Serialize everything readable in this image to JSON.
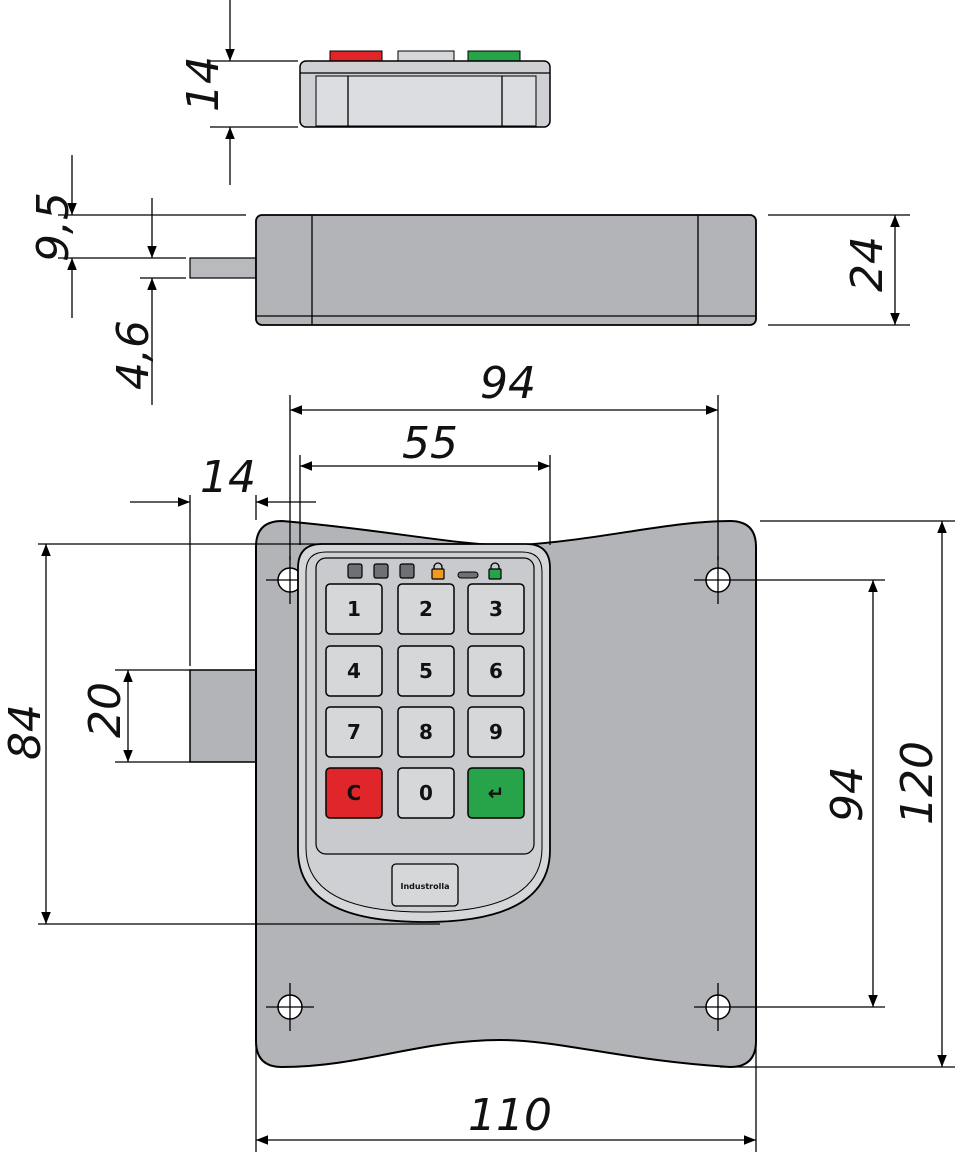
{
  "dimensions": {
    "top_height": "14",
    "bolt_offset": "9,5",
    "bolt_thickness": "4,6",
    "depth": "24",
    "hole_spacing_h": "94",
    "keypad_width": "55",
    "bolt_projection": "14",
    "bolt_height": "20",
    "keypad_height": "84",
    "hole_spacing_v": "94",
    "total_height": "120",
    "total_width": "110"
  },
  "keypad": {
    "keys": [
      "1",
      "2",
      "3",
      "4",
      "5",
      "6",
      "7",
      "8",
      "9",
      "C",
      "0",
      "↵"
    ],
    "brand": "Industrolla"
  },
  "colors": {
    "body": "#b3b4b8",
    "key": "#d6d7d9",
    "cancel": "#e0262b",
    "enter": "#27a349",
    "led_amber": "#f29a1f",
    "led_green": "#27a349"
  }
}
